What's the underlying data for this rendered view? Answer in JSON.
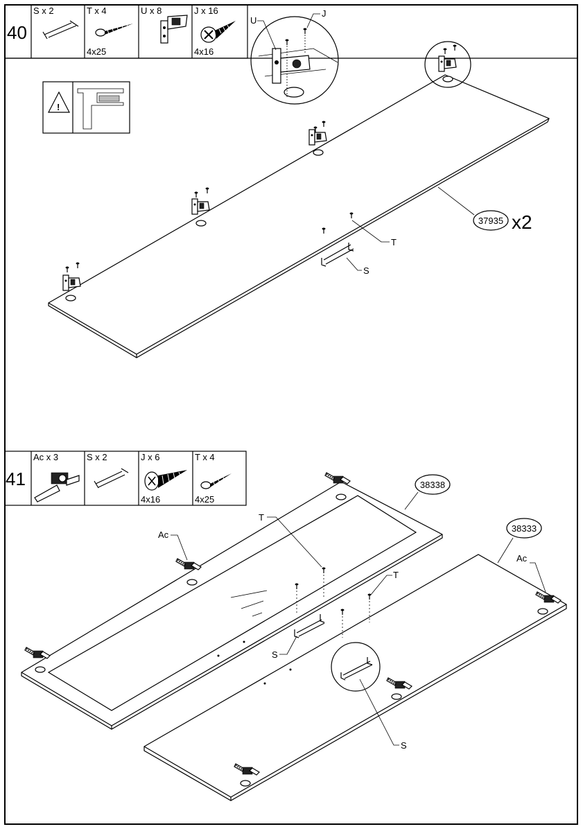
{
  "step40": {
    "number": "40",
    "parts": [
      {
        "qty": "S x 2",
        "size": "",
        "icon": "handle-icon"
      },
      {
        "qty": "T x 4",
        "size": "4x25",
        "icon": "screw-icon"
      },
      {
        "qty": "U x 8",
        "size": "",
        "icon": "hinge-icon"
      },
      {
        "qty": "J x 16",
        "size": "4x16",
        "icon": "flat-screw-icon"
      }
    ],
    "detail_labels": {
      "u": "U",
      "j": "J"
    },
    "panel_code": "37935",
    "multiplier": "x2",
    "callouts": {
      "t": "T",
      "s": "S"
    }
  },
  "step41": {
    "number": "41",
    "parts": [
      {
        "qty": "Ac x 3",
        "size": "",
        "icon": "hinge-icon"
      },
      {
        "qty": "S x 2",
        "size": "",
        "icon": "handle-icon"
      },
      {
        "qty": "J x 6",
        "size": "4x16",
        "icon": "flat-screw-icon"
      },
      {
        "qty": "T x 4",
        "size": "4x25",
        "icon": "screw-icon"
      }
    ],
    "panel_codes": {
      "left": "38338",
      "right": "38333"
    },
    "callouts": {
      "ac_left": "Ac",
      "ac_right": "Ac",
      "t_left": "T",
      "t_right": "T",
      "s_left": "S",
      "s_right": "S"
    }
  }
}
